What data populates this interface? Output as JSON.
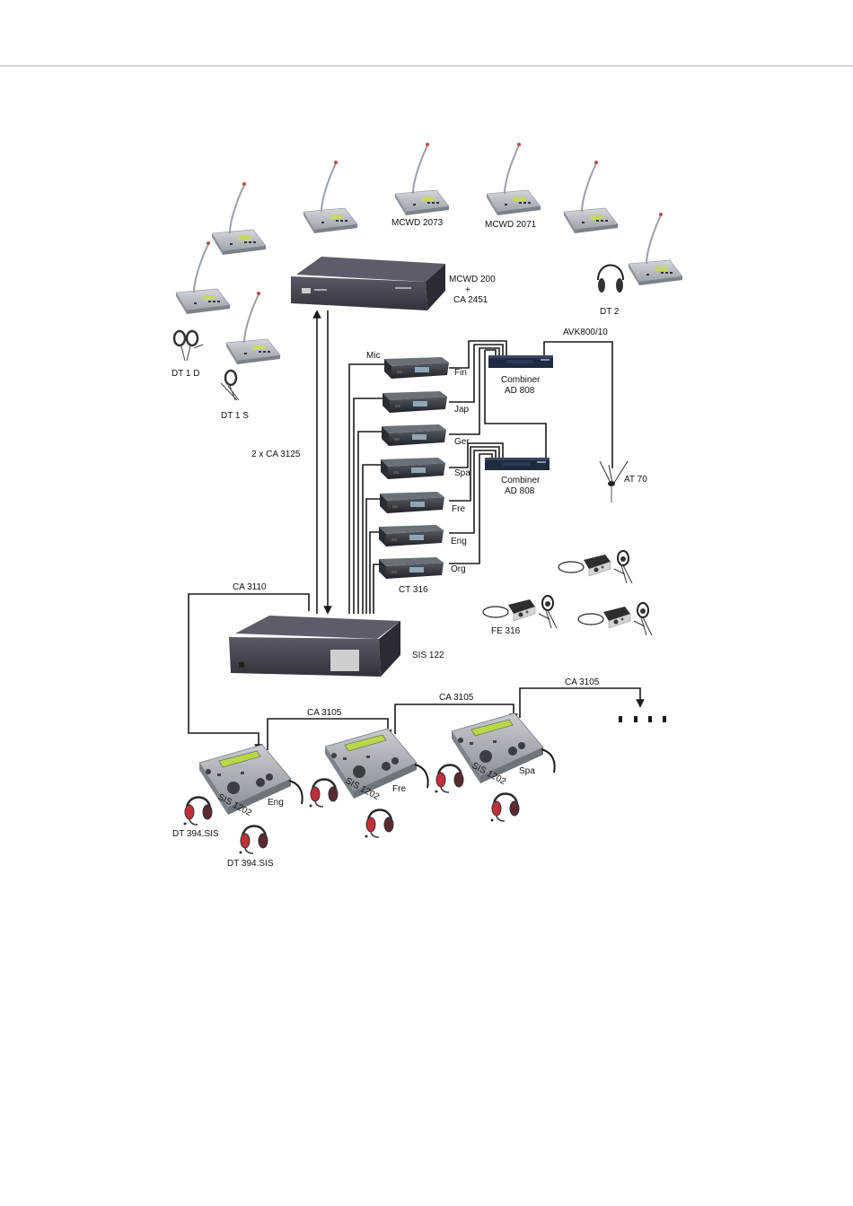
{
  "diagram": {
    "labels": {
      "mcwd2073": "MCWD 2073",
      "mcwd2071": "MCWD 2071",
      "central_unit_line1": "MCWD 200",
      "central_unit_line2": "+",
      "central_unit_line3": "CA 2451",
      "dt2": "DT 2",
      "dt1d": "DT 1 D",
      "dt1s": "DT 1 S",
      "ca3125": "2 x CA 3125",
      "mic": "Mic",
      "avk": "AVK800/10",
      "combiner1_line1": "Combiner",
      "combiner1_line2": "AD 808",
      "combiner2_line1": "Combiner",
      "combiner2_line2": "AD 808",
      "at70": "AT 70",
      "ct316": "CT 316",
      "fe316": "FE 316",
      "ca3110": "CA 3110",
      "sis122": "SIS 122",
      "ca3105_a": "CA 3105",
      "ca3105_b": "CA 3105",
      "ca3105_c": "CA 3105",
      "sis1202_a": "SIS 1202",
      "sis1202_b": "SIS 1202",
      "sis1202_c": "SIS 1202",
      "eng_out": "Eng",
      "fre_out": "Fre",
      "spa_out": "Spa",
      "dt394_a": "DT 394.SIS",
      "dt394_b": "DT 394.SIS"
    },
    "transmitter_channels": [
      "Fin",
      "Jap",
      "Ger",
      "Spa",
      "Fre",
      "Eng",
      "Org"
    ],
    "continuation_marker": "more-units",
    "colors": {
      "wire": "#1a1a1a",
      "rack_unit": "#4a4652",
      "delegate_unit": "#b8bcc4",
      "headphone_cup": "#c0303a",
      "display_lcd": "#b8d84a"
    }
  }
}
